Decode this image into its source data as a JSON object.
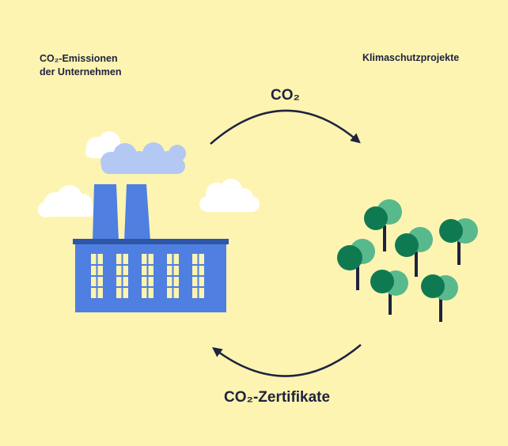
{
  "left_caption": {
    "line1": "CO₂-Emissionen",
    "line2": "der Unternehmen"
  },
  "right_caption": "Klimaschutzprojekte",
  "top_arrow_label": "CO₂",
  "bottom_arrow_label": "CO₂-Zertifikate",
  "colors": {
    "background": "#fdf4b1",
    "factory": "#4f7fe0",
    "factory_roof": "#2d56a8",
    "windows": "#fdf4b1",
    "smoke": "#b4c8f4",
    "cloud": "#ffffff",
    "arrow": "#1f2240",
    "tree_dark": "#0f7a52",
    "tree_light": "#58b98c",
    "trunk": "#1f2240"
  }
}
